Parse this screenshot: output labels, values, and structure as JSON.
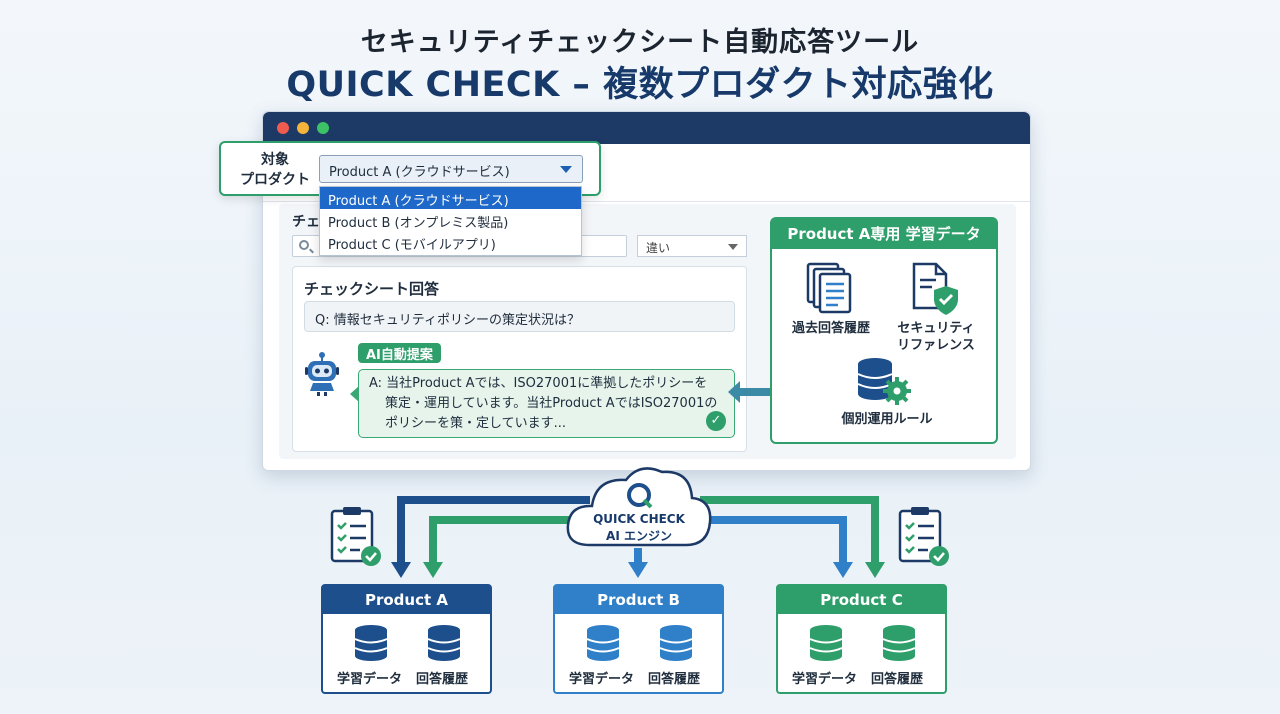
{
  "header": {
    "subtitle": "セキュリティチェックシート自動応答ツール",
    "title": "QUICK CHECK – 複数プロダクト対応強化"
  },
  "selector": {
    "label": "対象\nプロダクト",
    "label_line1": "対象",
    "label_line2": "プロダクト",
    "selected": "Product A (クラウドサービス)",
    "options": [
      "Product A (クラウドサービス)",
      "Product B (オンプレミス製品)",
      "Product C (モバイルアプリ)"
    ]
  },
  "main": {
    "heading_partial": "チェ",
    "sort_value": "違い",
    "answer_title": "チェックシート回答",
    "question": "Q: 情報セキュリティポリシーの策定状況は？",
    "ai_tag": "AI自動提案",
    "answer_line1": "A: 当社Product Aでは、ISO27001に準拠したポリシーを",
    "answer_line2": "策定・運用しています。当社Product AではISO27001の",
    "answer_line3": "ポリシーを策・定しています..."
  },
  "learning": {
    "header": "Product A専用 学習データ",
    "items": {
      "history": "過去回答履歴",
      "reference_line1": "セキュリティ",
      "reference_line2": "リファレンス",
      "rules": "個別運用ルール"
    }
  },
  "engine": {
    "line1": "QUICK CHECK",
    "line2": "AI エンジン"
  },
  "products": [
    {
      "name": "Product A",
      "color": "#1d4f8c",
      "db_color": "#1d4f8c",
      "label1": "学習データ",
      "label2": "回答履歴"
    },
    {
      "name": "Product B",
      "color": "#2f80c8",
      "db_color": "#2f80c8",
      "label1": "学習データ",
      "label2": "回答履歴"
    },
    {
      "name": "Product C",
      "color": "#2e9e6a",
      "db_color": "#2e9e6a",
      "label1": "学習データ",
      "label2": "回答履歴"
    }
  ],
  "colors": {
    "navy": "#1d3a66",
    "green": "#2e9e6a",
    "blue": "#2f80c8",
    "dark_blue": "#1d4f8c"
  }
}
